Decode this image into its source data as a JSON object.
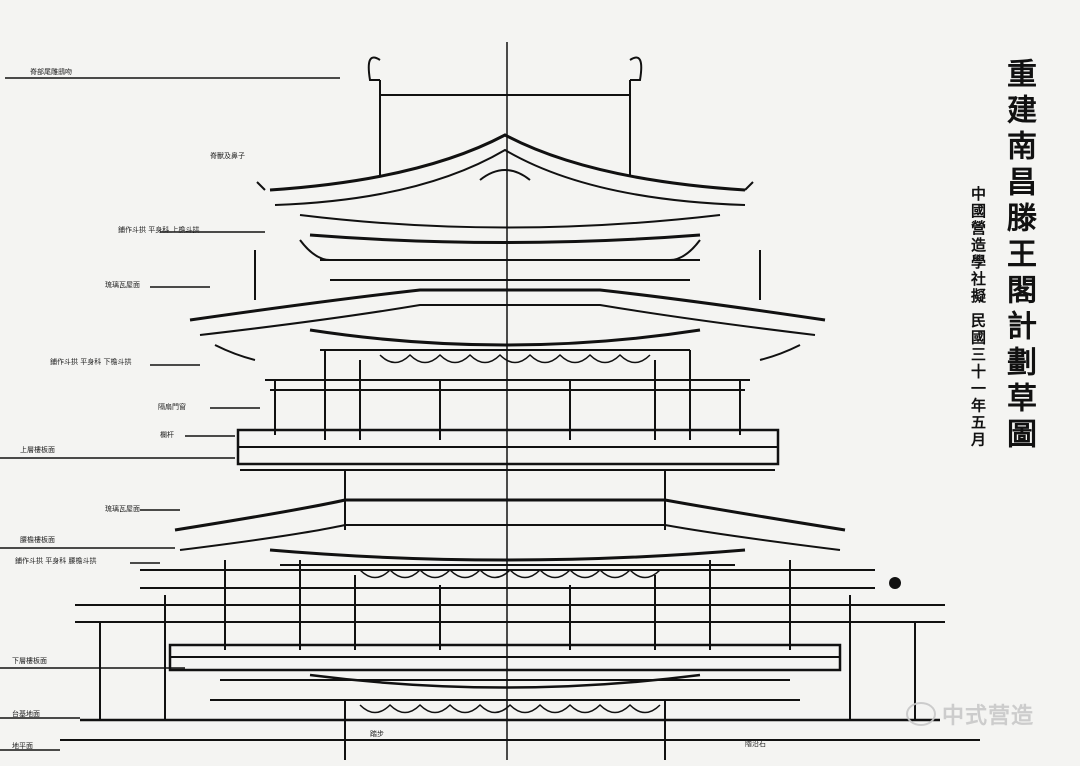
{
  "title": "重建南昌滕王閣計劃草圖",
  "subtitle": "中國營造學社擬 民國三十一年五月",
  "watermark": "中式营造",
  "annotations": [
    "脊部尾雕鴟吻",
    "脊獸及鼻子",
    "鋪作斗拱 平身科 上檐斗拱",
    "琉璃瓦屋面",
    "鋪作斗拱 平身科 下檐斗拱",
    "隔扇門窗",
    "欄杆",
    "上層樓板面",
    "琉璃瓦屋面",
    "腰檐樓板面",
    "鋪作斗拱 平身科 腰檐斗拱",
    "下層樓板面",
    "台基地面",
    "地平面",
    "踏步",
    "階沿石"
  ]
}
